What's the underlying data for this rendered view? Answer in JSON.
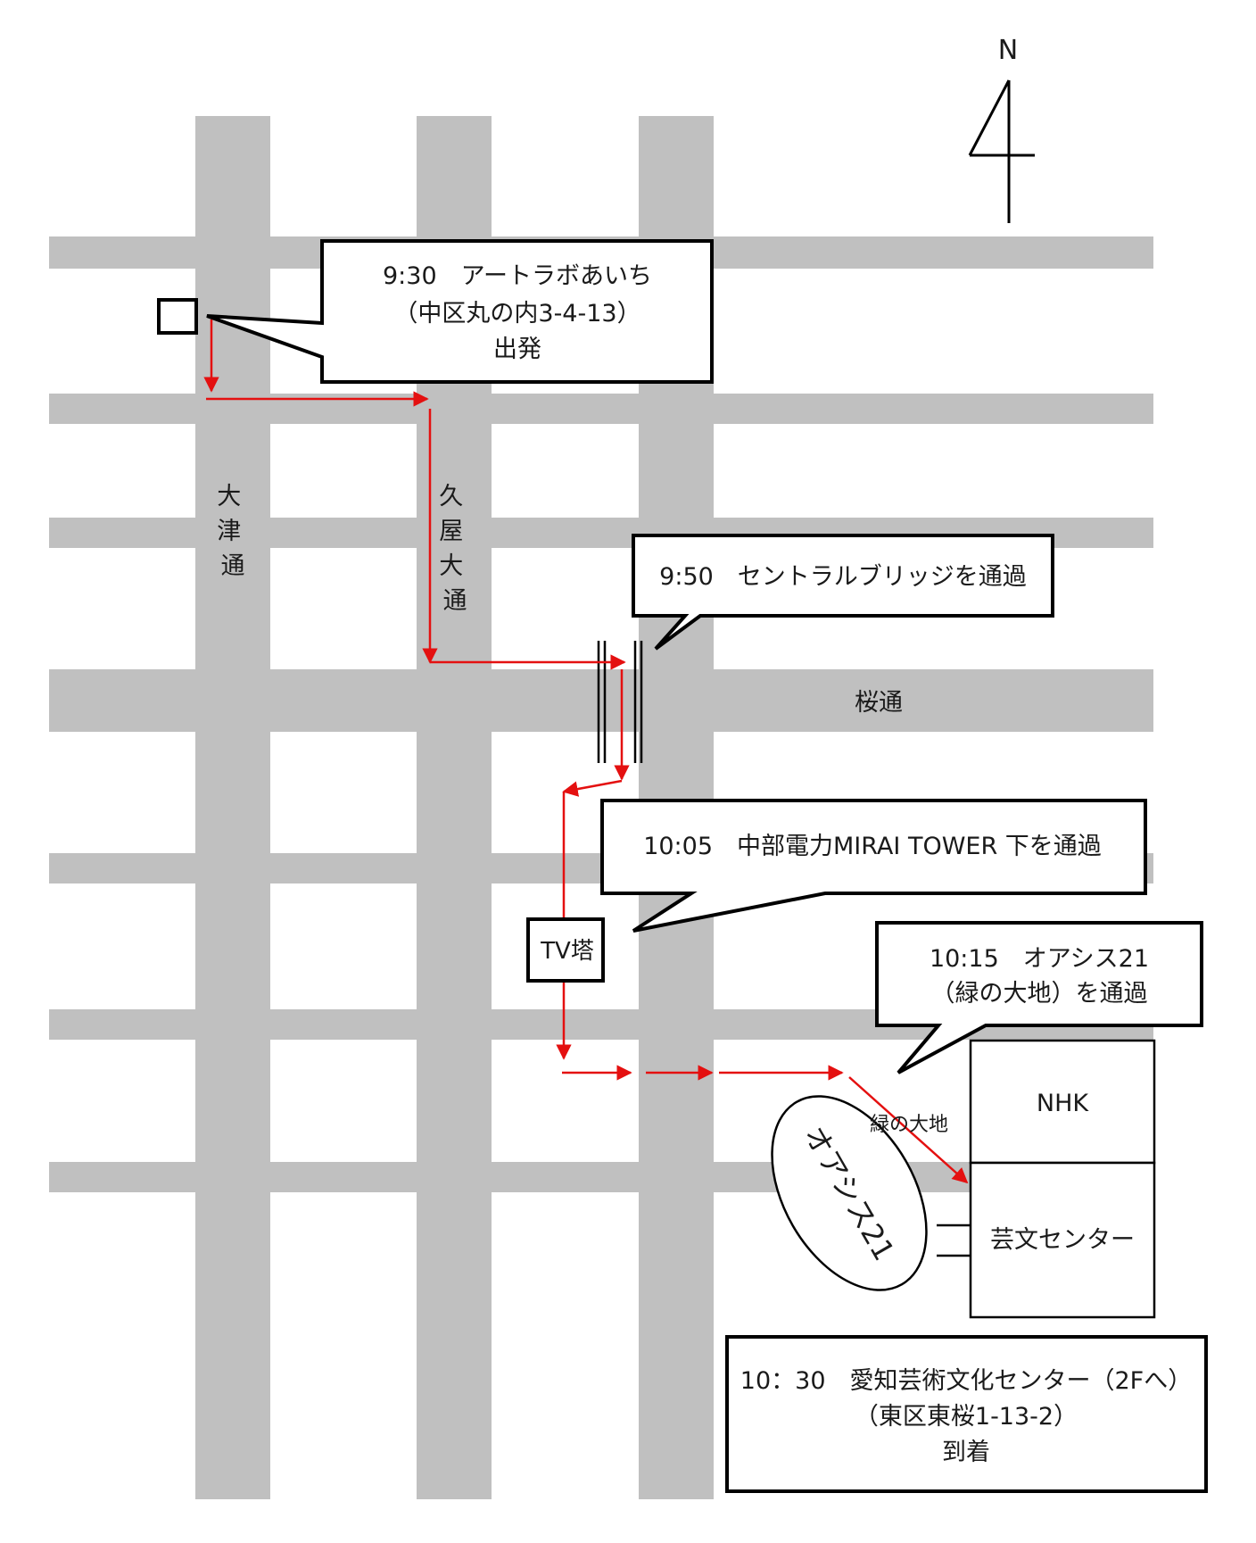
{
  "compass": {
    "label": "N"
  },
  "roads": {
    "otsu": "大\n津\n通",
    "hisaya": "久\n屋\n大\n通",
    "sakura": "桜通"
  },
  "callouts": {
    "start": {
      "line1": "9:30　アートラボあいち",
      "line2": "（中区丸の内3-4-13）",
      "line3": "出発"
    },
    "bridge": {
      "line1": "9:50　セントラルブリッジを通過"
    },
    "tower": {
      "line1": "10:05　中部電力MIRAI TOWER 下を通過"
    },
    "oasis": {
      "line1": "10:15　オアシス21",
      "line2": "（緑の大地）を通過"
    },
    "goal": {
      "line1": "10：30　愛知芸術文化センター（2Fへ）",
      "line2": "（東区東桜1-13-2）",
      "line3": "到着"
    }
  },
  "landmarks": {
    "tv_tower": "TV塔",
    "nhk": "NHK",
    "geibun": "芸文センター",
    "midori": "緑の大地",
    "oasis21": "オアシス21"
  },
  "colors": {
    "road": "#c0c0c0",
    "route": "#e41010",
    "outline": "#000000"
  }
}
